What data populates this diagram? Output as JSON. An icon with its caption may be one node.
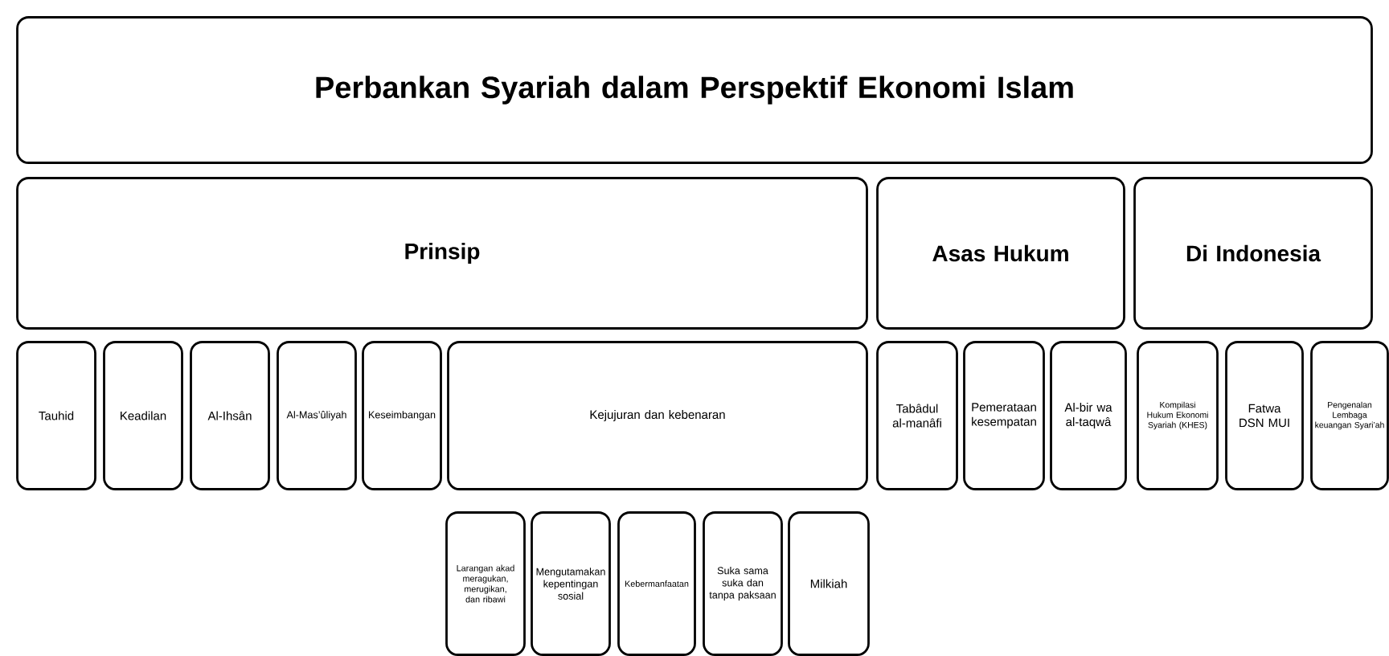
{
  "diagram": {
    "nodes": [
      {
        "text": [
          "Perbankan Syariah dalam Perspektif Ekonomi Islam"
        ]
      },
      {
        "text": [
          "Prinsip"
        ]
      },
      {
        "text": [
          "Asas Hukum"
        ]
      },
      {
        "text": [
          "Di Indonesia"
        ]
      },
      {
        "text": [
          "Tauhid"
        ]
      },
      {
        "text": [
          "Keadilan"
        ]
      },
      {
        "text": [
          "Al-Ihsân"
        ]
      },
      {
        "text": [
          "Al-Mas’ûliyah"
        ]
      },
      {
        "text": [
          "Keseimbangan"
        ]
      },
      {
        "text": [
          "Kejujuran dan kebenaran"
        ]
      },
      {
        "text": [
          "Tabâdul al-manâfi"
        ]
      },
      {
        "text": [
          "Pemerataan kesempatan"
        ]
      },
      {
        "text": [
          "Al-bir wa al-taqwâ"
        ]
      },
      {
        "text": [
          "Kompilasi Hukum Ekonomi Syariah (KHES)"
        ]
      },
      {
        "text": [
          "Fatwa DSN MUI"
        ]
      },
      {
        "text": [
          "Pengenalan Lembaga keuangan Syari’ah"
        ]
      },
      {
        "text": [
          "Larangan akad meragukan, merugikan, dan ribawi"
        ]
      },
      {
        "text": [
          "Mengutamakan kepentingan sosial"
        ]
      },
      {
        "text": [
          "Kebermanfaatan"
        ]
      },
      {
        "text": [
          "Suka sama suka dan tanpa paksaan"
        ]
      },
      {
        "text": [
          "Milkiah"
        ]
      }
    ]
  }
}
